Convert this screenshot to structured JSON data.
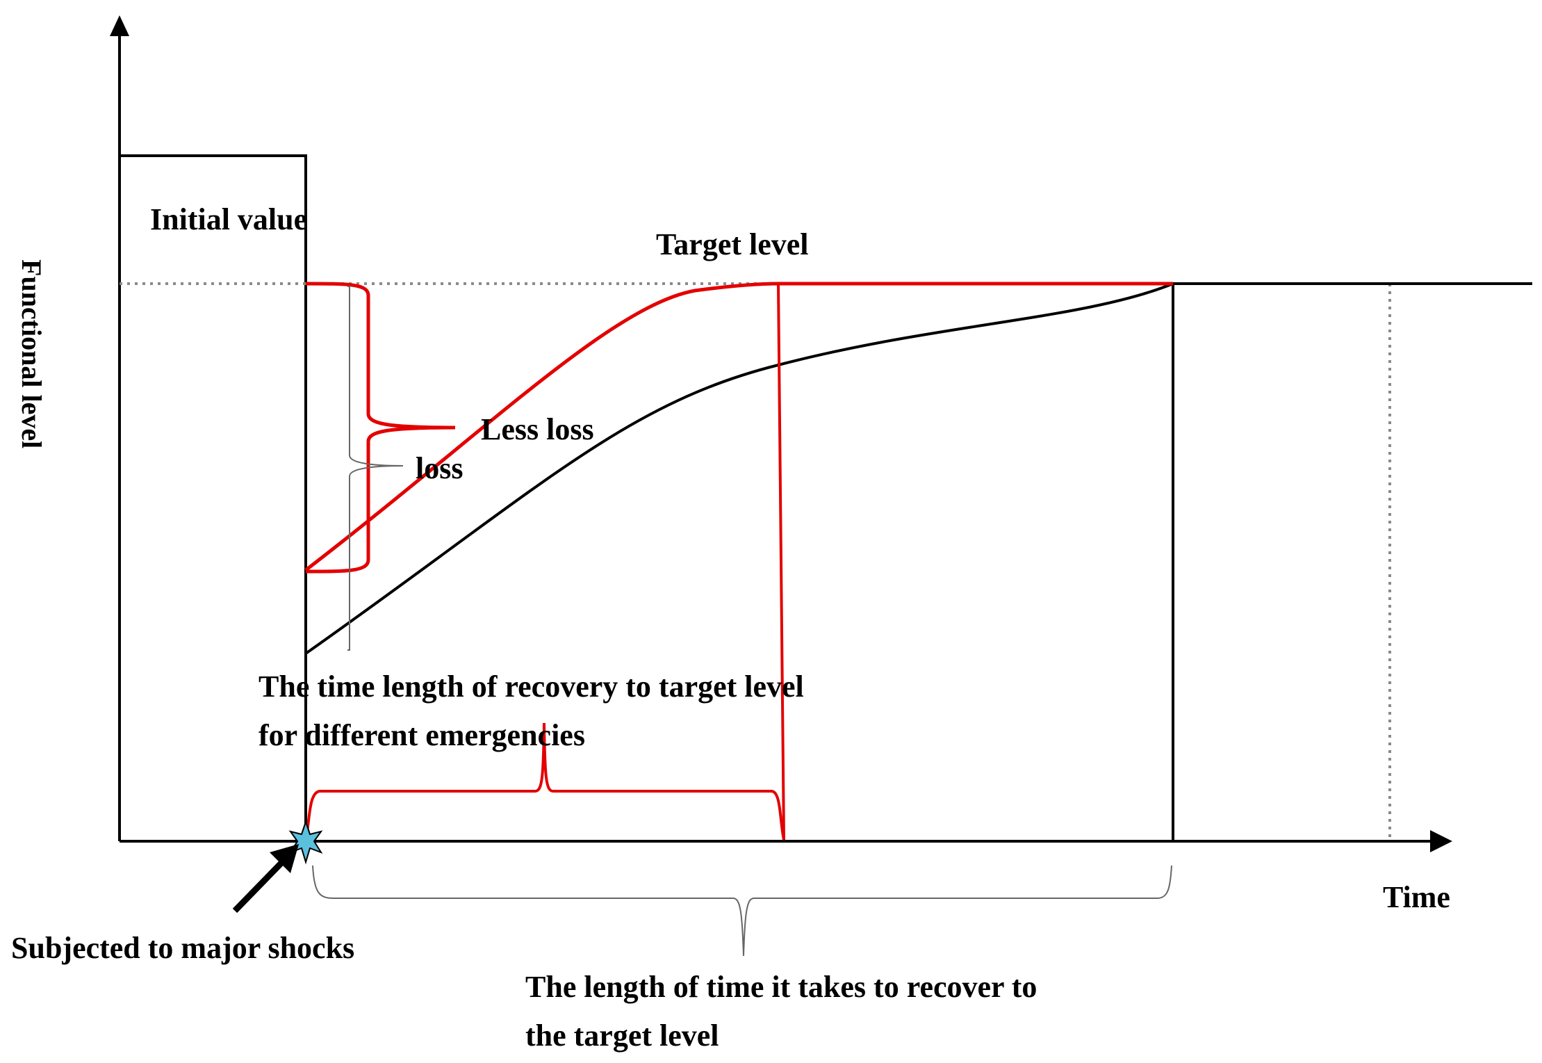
{
  "labels": {
    "y_axis": "Functional level",
    "x_axis": "Time",
    "initial_value": "Initial value",
    "target_level": "Target level",
    "less_loss": "Less loss",
    "loss": "loss",
    "recovery_time_different_line1": "The time length of recovery to target level",
    "recovery_time_different_line2": "for different emergencies",
    "shock": "Subjected to major shocks",
    "recovery_time_line1": "The length of time it takes to recover to",
    "recovery_time_line2": "the target level"
  },
  "colors": {
    "axis": "#000000",
    "baseline_curve": "#000000",
    "improved_curve": "#e30000",
    "dotted_guide": "#808080",
    "brace_gray": "#666666"
  }
}
